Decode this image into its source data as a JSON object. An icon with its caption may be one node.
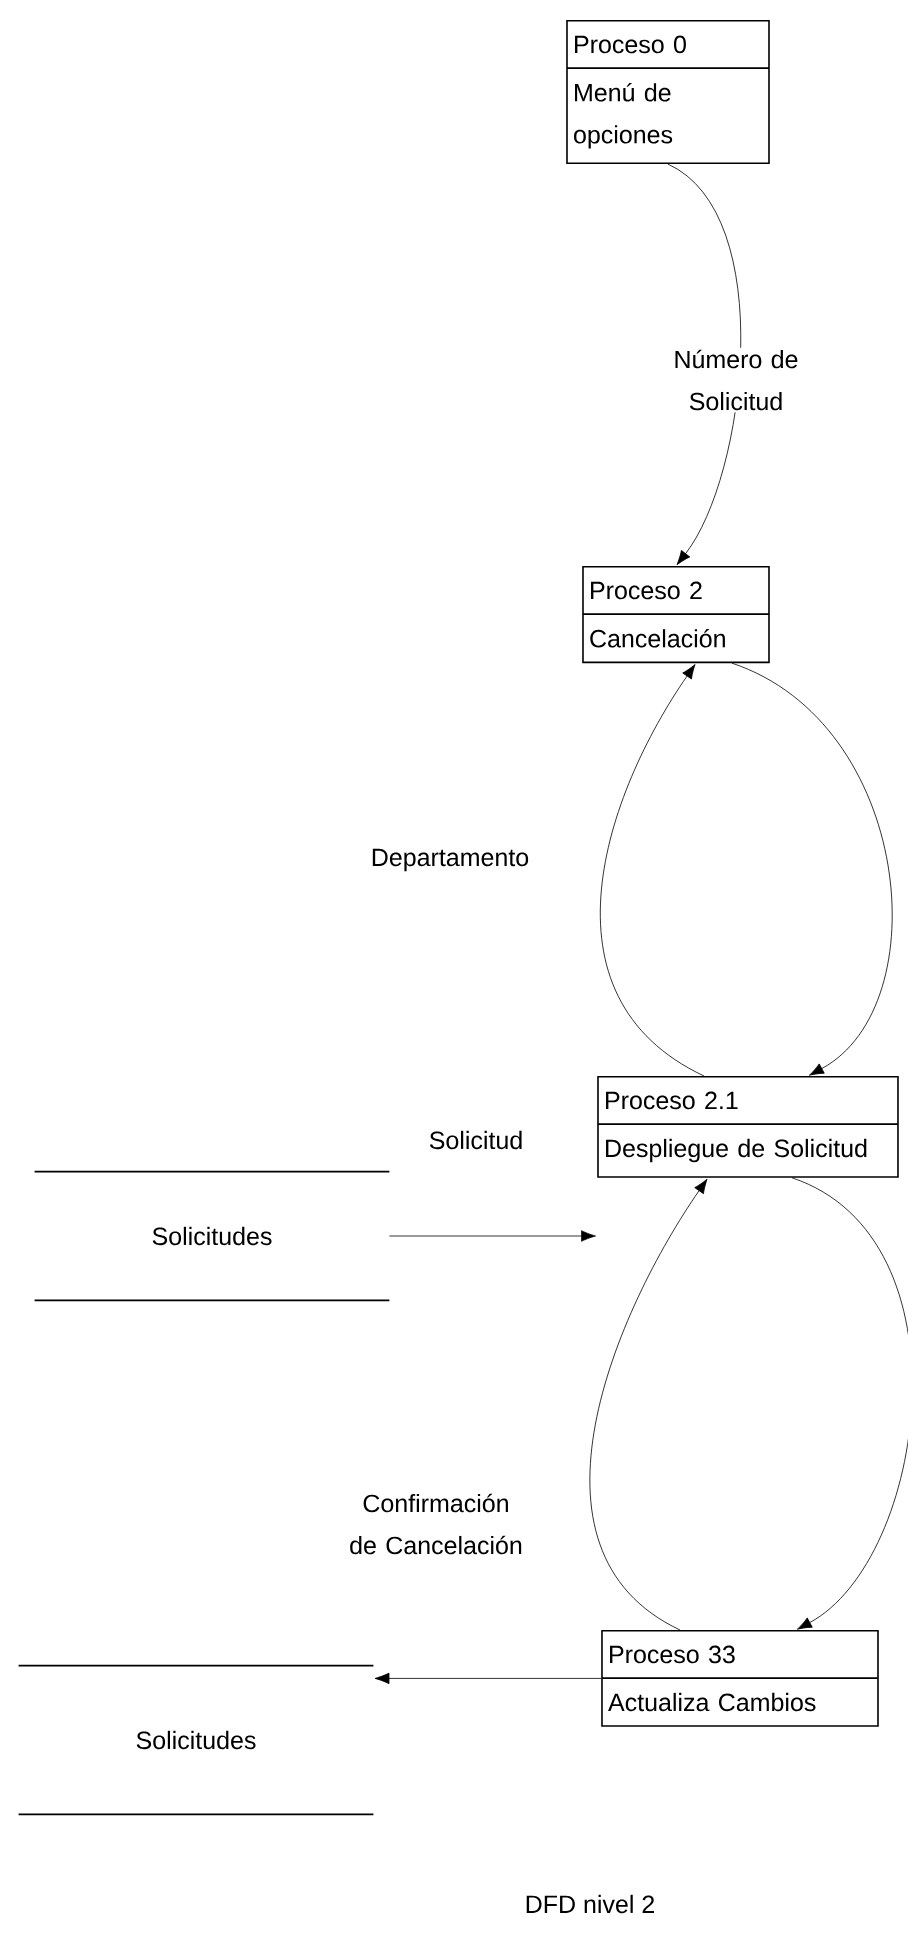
{
  "diagram": {
    "caption": "DFD nivel 2",
    "nodes": [
      {
        "text": [
          "Proceso 0",
          "Menú de opciones"
        ]
      },
      {
        "text": [
          "Proceso 2",
          "Cancelación"
        ]
      },
      {
        "text": [
          "Proceso 2.1",
          "Despliegue de Solicitud"
        ]
      },
      {
        "text": [
          "Proceso 33",
          "Actualiza Cambios"
        ]
      },
      {
        "text": [
          "Solicitudes"
        ]
      },
      {
        "text": [
          "Solicitudes"
        ]
      }
    ],
    "edges": [
      {
        "from": 0,
        "to": 1,
        "arrow": "to",
        "label": "Número de Solicitud"
      },
      {
        "from": 2,
        "to": 1,
        "arrow": "to",
        "label": "Departamento"
      },
      {
        "from": 1,
        "to": 2,
        "arrow": "to"
      },
      {
        "from": 4,
        "to": 2,
        "arrow": "to",
        "label": "Solicitud"
      },
      {
        "from": 3,
        "to": 2,
        "arrow": "to",
        "label": "Confirmación de Cancelación"
      },
      {
        "from": 2,
        "to": 3,
        "arrow": "to"
      },
      {
        "from": 3,
        "to": 5,
        "arrow": "to"
      }
    ]
  }
}
